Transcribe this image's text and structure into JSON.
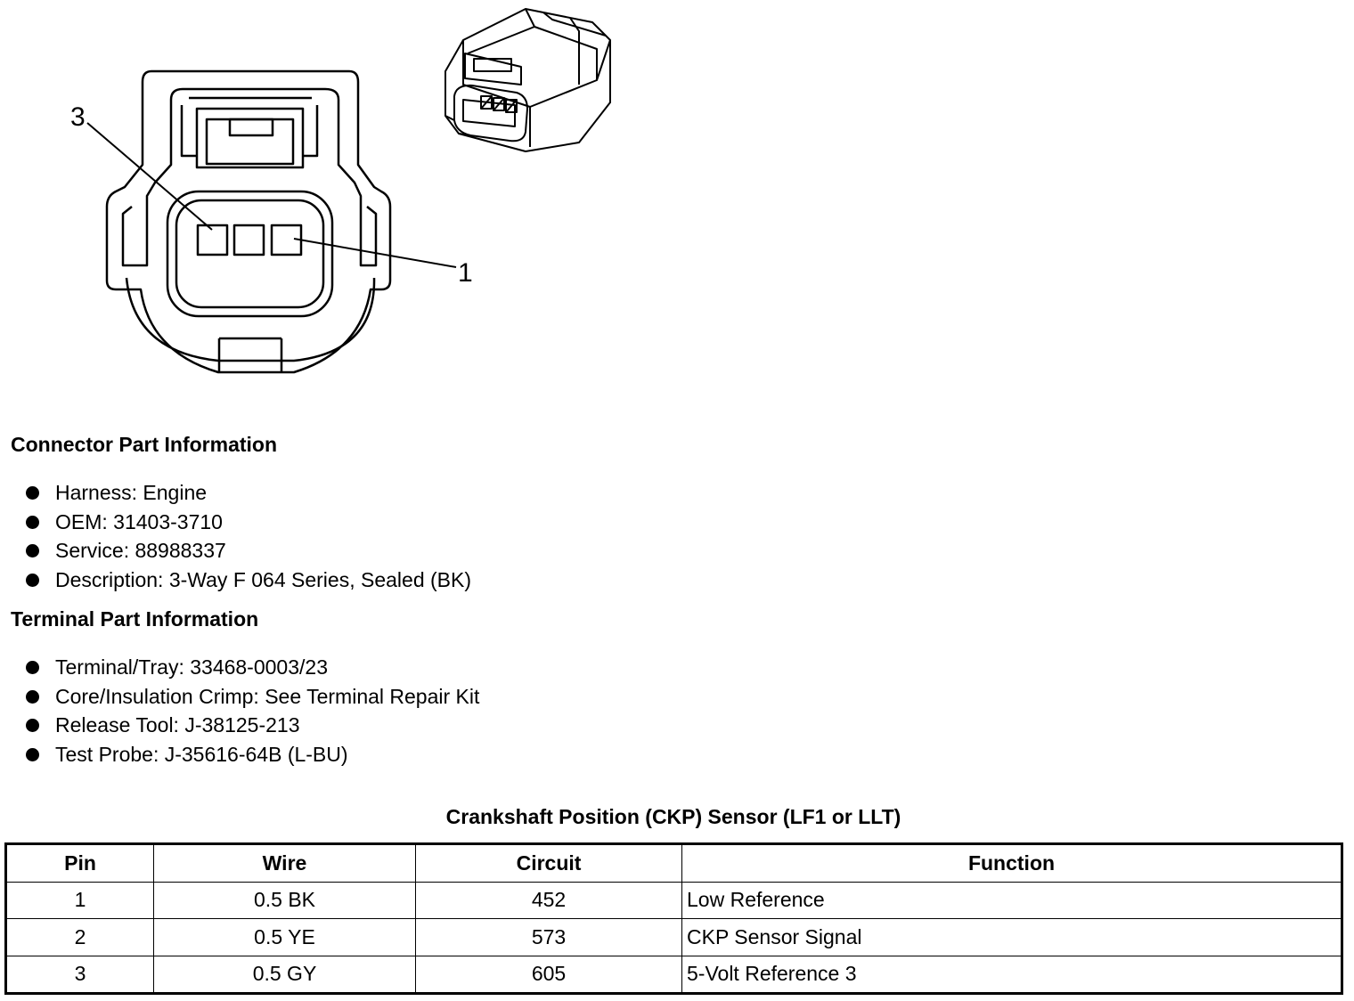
{
  "callouts": {
    "pin_3": "3",
    "pin_1": "1"
  },
  "connector_part_information": {
    "title": "Connector Part Information",
    "items": [
      "Harness: Engine",
      "OEM: 31403-3710",
      "Service: 88988337",
      "Description: 3-Way F 064 Series, Sealed (BK)"
    ]
  },
  "terminal_part_information": {
    "title": "Terminal Part Information",
    "items": [
      "Terminal/Tray: 33468-0003/23",
      "Core/Insulation Crimp: See Terminal Repair Kit",
      "Release Tool: J-38125-213",
      "Test Probe: J-35616-64B (L-BU)"
    ]
  },
  "pin_table": {
    "title": "Crankshaft Position (CKP) Sensor (LF1 or LLT)",
    "headers": [
      "Pin",
      "Wire",
      "Circuit",
      "Function"
    ],
    "rows": [
      [
        "1",
        "0.5 BK",
        "452",
        "Low Reference"
      ],
      [
        "2",
        "0.5 YE",
        "573",
        "CKP Sensor Signal"
      ],
      [
        "3",
        "0.5 GY",
        "605",
        "5-Volt Reference 3"
      ]
    ]
  }
}
